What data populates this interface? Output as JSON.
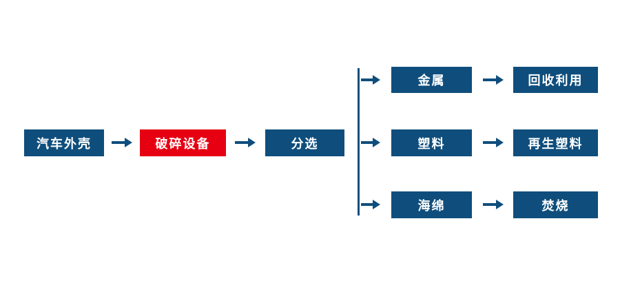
{
  "diagram": {
    "colors": {
      "blue": "#0f4e7c",
      "red": "#e60012",
      "node_text": "#ffffff",
      "background": "#ffffff"
    },
    "nodes": {
      "car_shell": "汽车外壳",
      "crusher": "破碎设备",
      "sorting": "分选",
      "metal": "金属",
      "recycling": "回收利用",
      "plastic": "塑料",
      "recycled_plastic": "再生塑料",
      "sponge": "海绵",
      "incineration": "焚烧"
    },
    "flow": {
      "main_path": [
        "汽车外壳",
        "破碎设备",
        "分选"
      ],
      "branches": [
        [
          "金属",
          "回收利用"
        ],
        [
          "塑料",
          "再生塑料"
        ],
        [
          "海绵",
          "焚烧"
        ]
      ]
    }
  }
}
